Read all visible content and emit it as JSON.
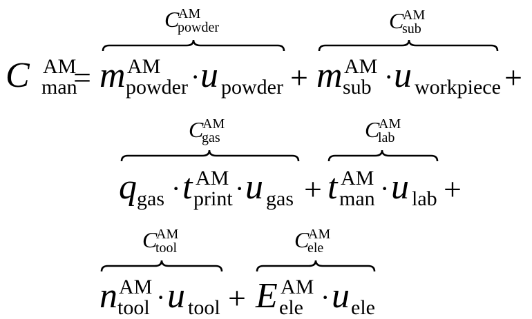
{
  "equation": {
    "lhs": {
      "symbol": "C",
      "sup": "AM",
      "sub": "man"
    },
    "equals": "=",
    "plus": "+",
    "cdot": "·",
    "terms": [
      {
        "label": {
          "symbol": "C",
          "sup": "AM",
          "sub": "powder"
        },
        "factors": [
          {
            "symbol": "m",
            "sup": "AM",
            "sub": "powder"
          },
          {
            "symbol": "u",
            "sub": "powder"
          }
        ]
      },
      {
        "label": {
          "symbol": "C",
          "sup": "AM",
          "sub": "sub"
        },
        "factors": [
          {
            "symbol": "m",
            "sup": "AM",
            "sub": "sub"
          },
          {
            "symbol": "u",
            "sub": "workpiece"
          }
        ]
      },
      {
        "label": {
          "symbol": "C",
          "sup": "AM",
          "sub": "gas"
        },
        "factors": [
          {
            "symbol": "q",
            "sub": "gas"
          },
          {
            "symbol": "t",
            "sup": "AM",
            "sub": "print"
          },
          {
            "symbol": "u",
            "sub": "gas"
          }
        ]
      },
      {
        "label": {
          "symbol": "C",
          "sup": "AM",
          "sub": "lab"
        },
        "factors": [
          {
            "symbol": "t",
            "sup": "AM",
            "sub": "man"
          },
          {
            "symbol": "u",
            "sub": "lab"
          }
        ]
      },
      {
        "label": {
          "symbol": "C",
          "sup": "AM",
          "sub": "tool"
        },
        "factors": [
          {
            "symbol": "n",
            "sup": "AM",
            "sub": "tool"
          },
          {
            "symbol": "u",
            "sub": "tool"
          }
        ]
      },
      {
        "label": {
          "symbol": "C",
          "sup": "AM",
          "sub": "ele"
        },
        "factors": [
          {
            "symbol": "E",
            "sup": "AM",
            "sub": "ele"
          },
          {
            "symbol": "u",
            "sub": "ele"
          }
        ]
      }
    ]
  }
}
